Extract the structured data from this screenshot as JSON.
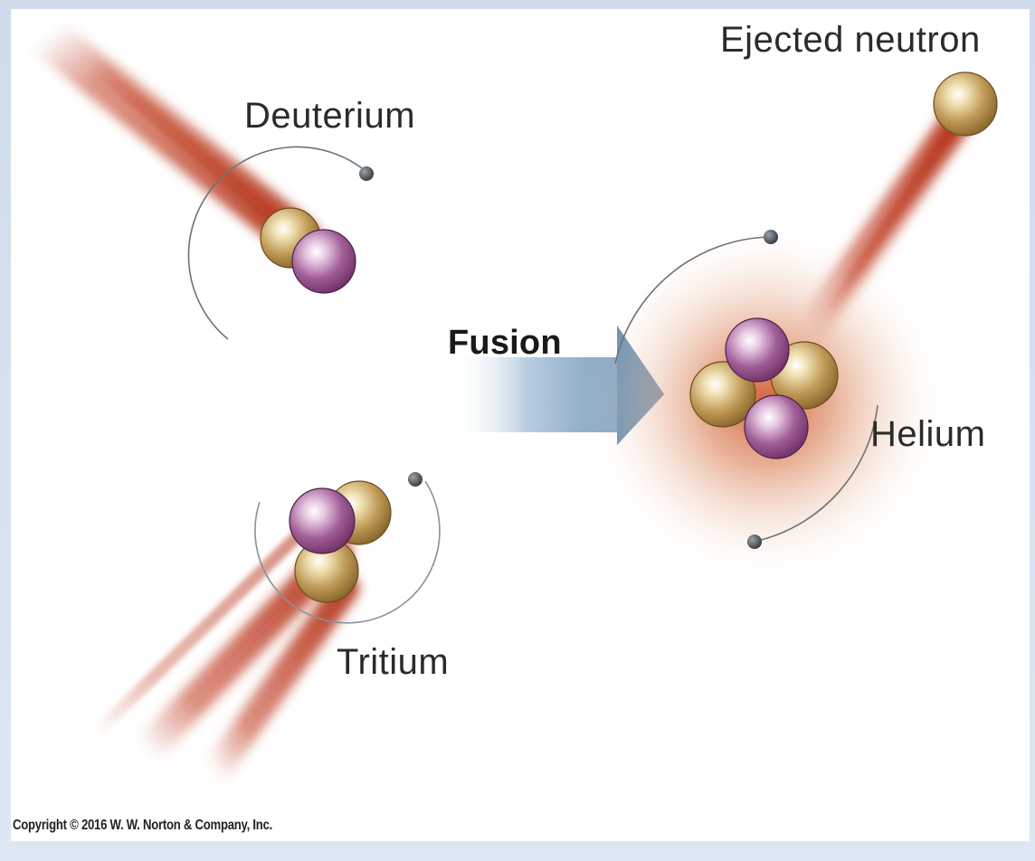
{
  "labels": {
    "deuterium": "Deuterium",
    "tritium": "Tritium",
    "helium": "Helium",
    "ejected_neutron": "Ejected neutron",
    "fusion": "Fusion"
  },
  "copyright": "Copyright © 2016 W. W. Norton & Company, Inc.",
  "colors": {
    "proton": "#8e4e86",
    "neutron": "#b38a48",
    "electron": "#4a5057",
    "trail": "#b8351f",
    "arrow": "#5f89ad",
    "background": "#cfdcec"
  },
  "particles": {
    "deuterium": [
      "neutron",
      "proton"
    ],
    "tritium": [
      "neutron",
      "proton",
      "neutron"
    ],
    "helium": [
      "proton",
      "neutron",
      "neutron",
      "proton"
    ],
    "ejected": [
      "neutron"
    ]
  }
}
